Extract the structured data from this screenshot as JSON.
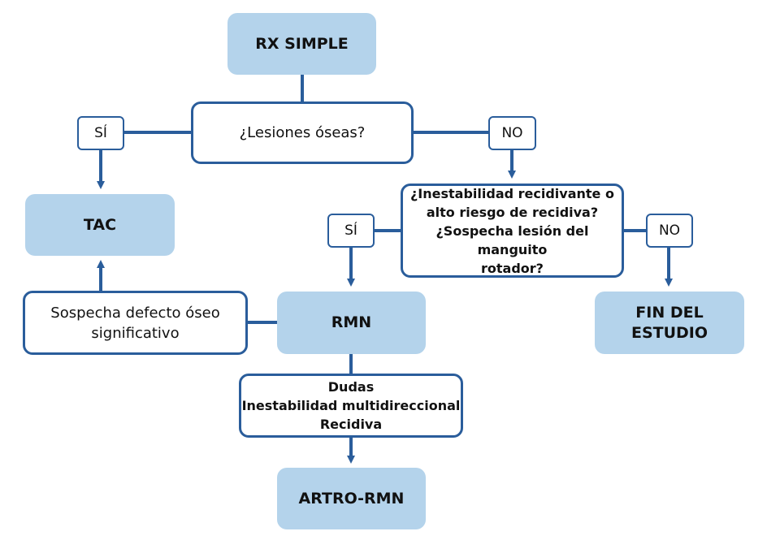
{
  "nodes": {
    "rx_simple": "RX SIMPLE",
    "lesiones": "¿Lesiones óseas?",
    "tac": "TAC",
    "inestabilidad": [
      "¿Inestabilidad recidivante o",
      "alto riesgo de recidiva?",
      "¿Sospecha lesión del manguito",
      "rotador?"
    ],
    "rmn": "RMN",
    "fin": [
      "FIN DEL",
      "ESTUDIO"
    ],
    "sospecha": [
      "Sospecha defecto óseo",
      "significativo"
    ],
    "dudas": [
      "Dudas",
      "Inestabilidad multidireccional",
      "Recidiva"
    ],
    "artro": "ARTRO-RMN"
  },
  "labels": {
    "si_1": "SÍ",
    "no_1": "NO",
    "si_2": "SÍ",
    "no_2": "NO"
  },
  "colors": {
    "line": "#2a5d9b",
    "fill": "#b4d3eb"
  }
}
